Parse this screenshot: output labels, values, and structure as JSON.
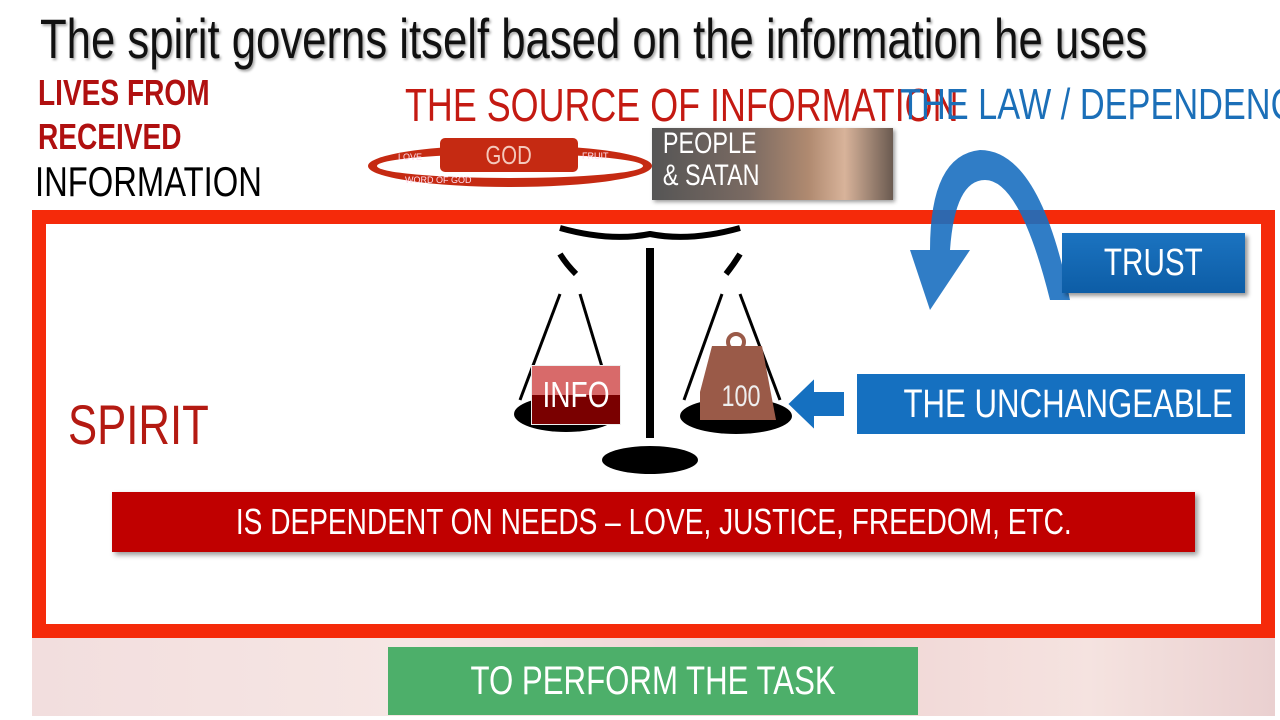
{
  "title": "The spirit governs itself based on the information he uses",
  "left_labels": {
    "line1": "LIVES FROM",
    "line2": "RECEIVED",
    "line3": "INFORMATION"
  },
  "source_heading": "THE SOURCE OF INFORMATION",
  "law_heading": "THE LAW / DEPENDENCE",
  "cycle": {
    "center": "GOD",
    "love": "LOVE",
    "fruit": "FRUIT",
    "word": "WORD OF GOD"
  },
  "people": {
    "line1": "PEOPLE",
    "line2": "& SATAN"
  },
  "spirit": "SPIRIT",
  "trust": "TRUST",
  "unchangeable": "THE UNCHANGEABLE",
  "scale": {
    "info": "INFO",
    "weight": "100"
  },
  "needs": "IS DEPENDENT ON NEEDS – LOVE, JUSTICE, FREEDOM, ETC.",
  "task": "TO PERFORM THE TASK",
  "colors": {
    "red": "#c00000",
    "frame": "#f52a0a",
    "blue": "#1570c0",
    "green": "#4daf6a"
  }
}
